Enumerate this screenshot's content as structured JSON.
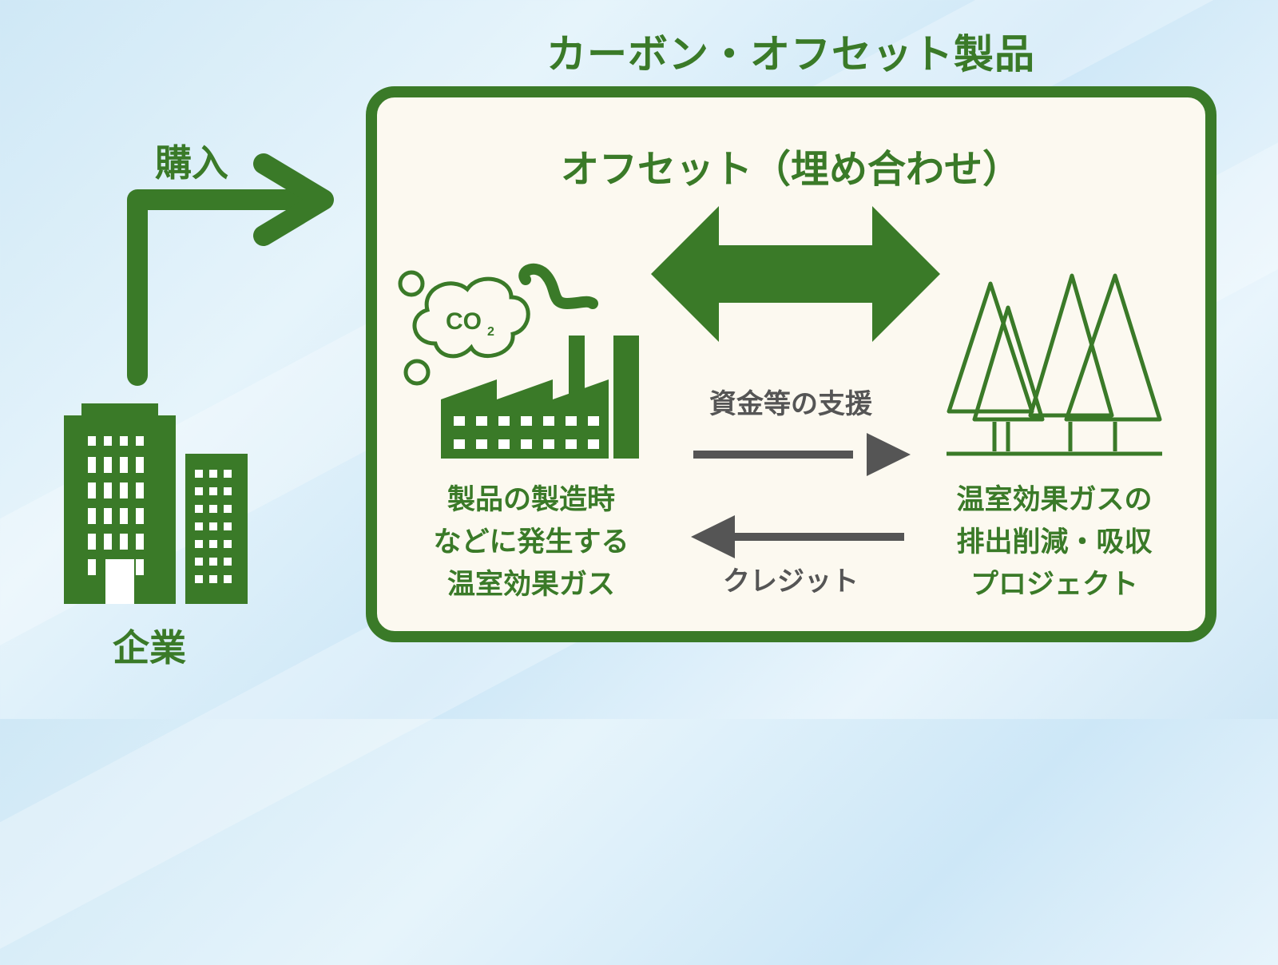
{
  "title": "カーボン・オフセット製品",
  "purchase_label": "購入",
  "company_label": "企業",
  "offset_title": "オフセット（埋め合わせ）",
  "co2_label": "CO",
  "co2_subscript": "2",
  "support_label": "資金等の支援",
  "credit_label": "クレジット",
  "left_caption": [
    "製品の製造時",
    "などに発生する",
    "温室効果ガス"
  ],
  "right_caption": [
    "温室効果ガスの",
    "排出削減・吸収",
    "プロジェクト"
  ],
  "colors": {
    "green": "#3a7a28",
    "gray_arrow": "#555555",
    "panel_bg": "#fcf9f0"
  }
}
